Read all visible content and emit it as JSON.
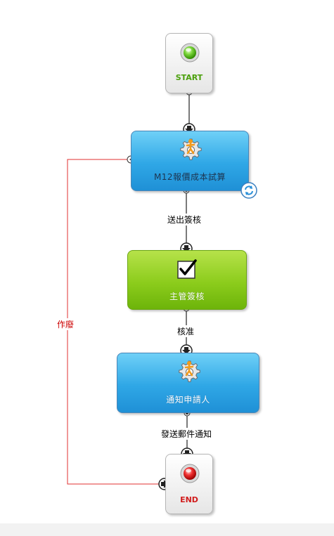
{
  "nodes": {
    "start": {
      "label": "START"
    },
    "task1": {
      "label": "M12報價成本試算"
    },
    "approve": {
      "label": "主管簽核"
    },
    "task2": {
      "label": "通知申請人"
    },
    "end": {
      "label": "END"
    }
  },
  "edges": {
    "task1_to_approve": "送出簽核",
    "approve_to_task2": "核准",
    "task2_to_end": "發送郵件通知",
    "cancel": "作廢"
  },
  "colors": {
    "task_blue": "#2fa7e6",
    "approve_green": "#8ccc1c",
    "cancel_line_red": "#e03030",
    "start_green": "#4ba00c",
    "end_red": "#d11d1d"
  },
  "icons": {
    "start": "green-orb-icon",
    "task": "gear-person-icon",
    "approve": "checkbox-check-icon",
    "loop": "refresh-icon",
    "end": "red-orb-icon"
  }
}
